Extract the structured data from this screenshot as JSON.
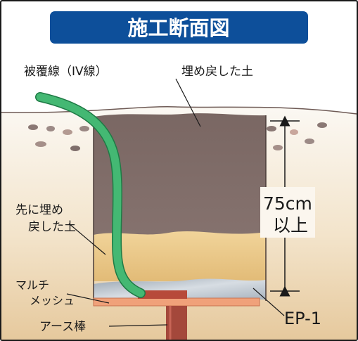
{
  "title": "施工断面図",
  "labels": {
    "cable": "被覆線（IV線）",
    "backfill_top": "埋め戻した土",
    "backfill_first_line1": "先に埋め",
    "backfill_first_line2": "戻した土",
    "mulch_line1": "マルチ",
    "mulch_line2": "メッシュ",
    "ground_rod": "アース棒",
    "depth_line1": "75cm",
    "depth_line2": "以上",
    "plate": "EP-1"
  },
  "colors": {
    "title_bg": "#0d4f9a",
    "title_text": "#ffffff",
    "frame": "#1a1a1a",
    "cable": "#3fae6a",
    "backfill_top": "#7b6a66",
    "backfill_first": "#e6c27f",
    "mulch": "#b9c2cc",
    "plate": "#f0a17a",
    "rod": "#a4483b",
    "soil_top": "#f6efe4",
    "soil_bottom": "#e8cfa8"
  }
}
